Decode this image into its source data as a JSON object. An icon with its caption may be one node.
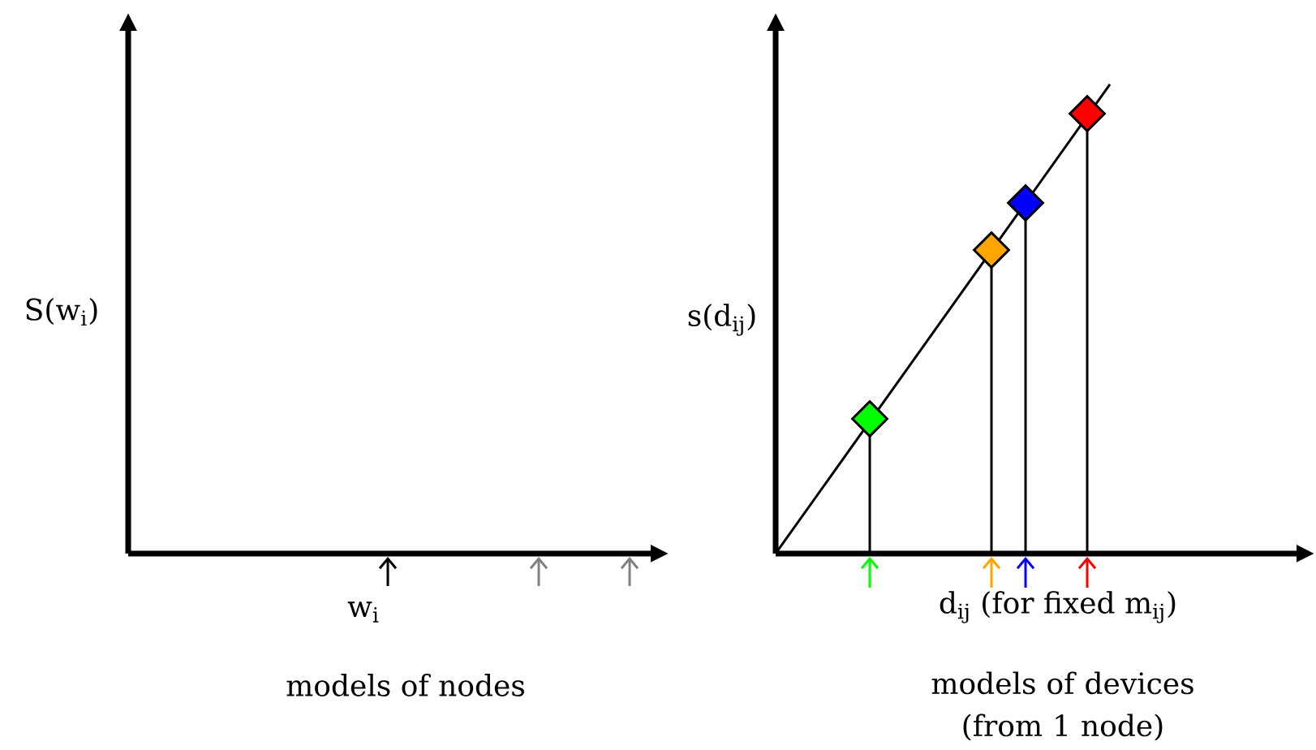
{
  "diagram": {
    "nodes": [
      {
        "text": [],
        "shape": "diamond"
      },
      {
        "text": [],
        "shape": "diamond"
      },
      {
        "text": [],
        "shape": "diamond"
      },
      {
        "text": [],
        "shape": "diamond"
      }
    ],
    "labels": [
      "S(w$_{i}$)",
      "w$_{i}$",
      "models of nodes",
      "s(d$_{ij}$)",
      "d$_{ij}$ (for fixed m$_{ij}$)",
      "models of devices (from 1 node)"
    ]
  }
}
